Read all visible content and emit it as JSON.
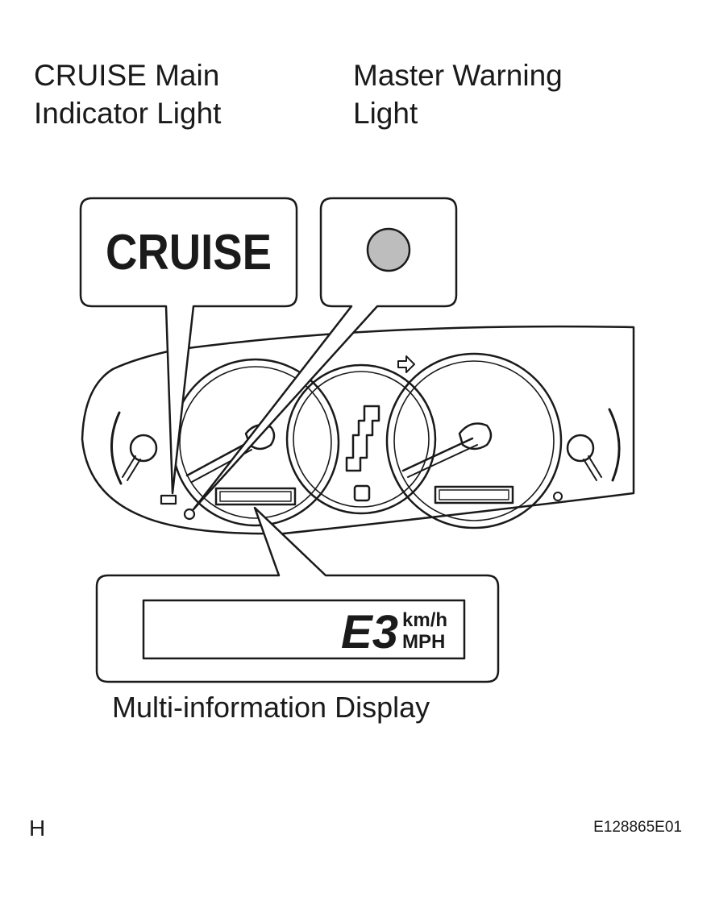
{
  "labels": {
    "cruise_main_line1": "CRUISE Main",
    "cruise_main_line2": "Indicator Light",
    "master_warning_line1": "Master Warning",
    "master_warning_line2": "Light",
    "multi_info_display": "Multi-information Display"
  },
  "callouts": {
    "cruise_text": "CRUISE",
    "display_code": "E3",
    "display_unit_top": "km/h",
    "display_unit_bottom": "MPH"
  },
  "footer": {
    "page_code": "H",
    "figure_id": "E128865E01"
  },
  "colors": {
    "line": "#1a1a1a",
    "warning_lamp_fill": "#bdbdbd",
    "background": "#ffffff"
  },
  "icons": [
    "shift-up-arrow-icon",
    "needle-icon",
    "shift-gate-icon"
  ]
}
